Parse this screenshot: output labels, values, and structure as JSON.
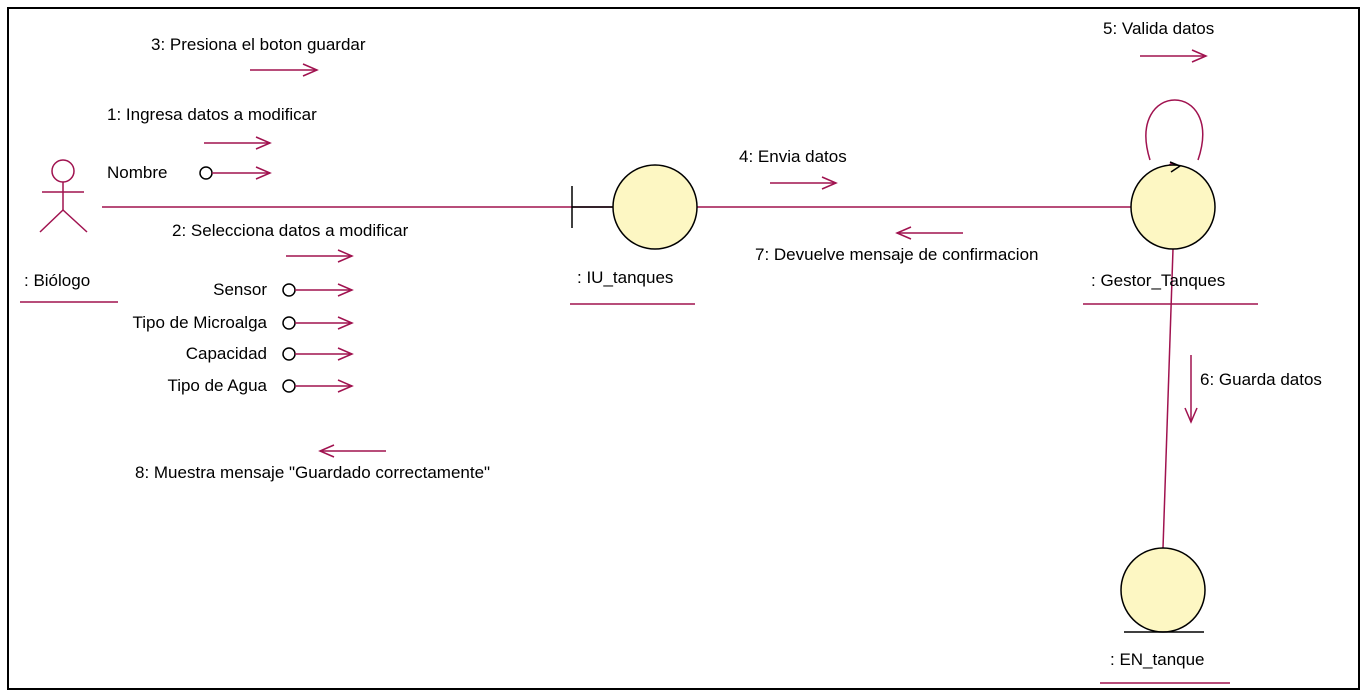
{
  "colors": {
    "link": "#a0124f",
    "lifeline_object": "#fdf7c3",
    "object_border": "#000000",
    "arrow": "#a0124f"
  },
  "actor": {
    "name": ": Biólogo",
    "icon": "stick-figure-actor-icon"
  },
  "objects": {
    "boundary": {
      "name": ": IU_tanques",
      "icon": "boundary-object-icon"
    },
    "control": {
      "name": ": Gestor_Tanques",
      "icon": "control-object-icon"
    },
    "entity": {
      "name": ": EN_tanque",
      "icon": "entity-object-icon"
    }
  },
  "messages": {
    "m1": "1: Ingresa datos a modificar",
    "m2": "2: Selecciona datos a modificar",
    "m3": "3: Presiona el boton guardar",
    "m4": "4: Envia datos",
    "m5": "5: Valida datos",
    "m6": "6: Guarda datos",
    "m7": "7: Devuelve mensaje de confirmacion",
    "m8": "8: Muestra mensaje \"Guardado correctamente\""
  },
  "data_flows": {
    "nombre": "Nombre",
    "sensor": "Sensor",
    "tipo_microalga": "Tipo de Microalga",
    "capacidad": "Capacidad",
    "tipo_agua": "Tipo de Agua"
  }
}
